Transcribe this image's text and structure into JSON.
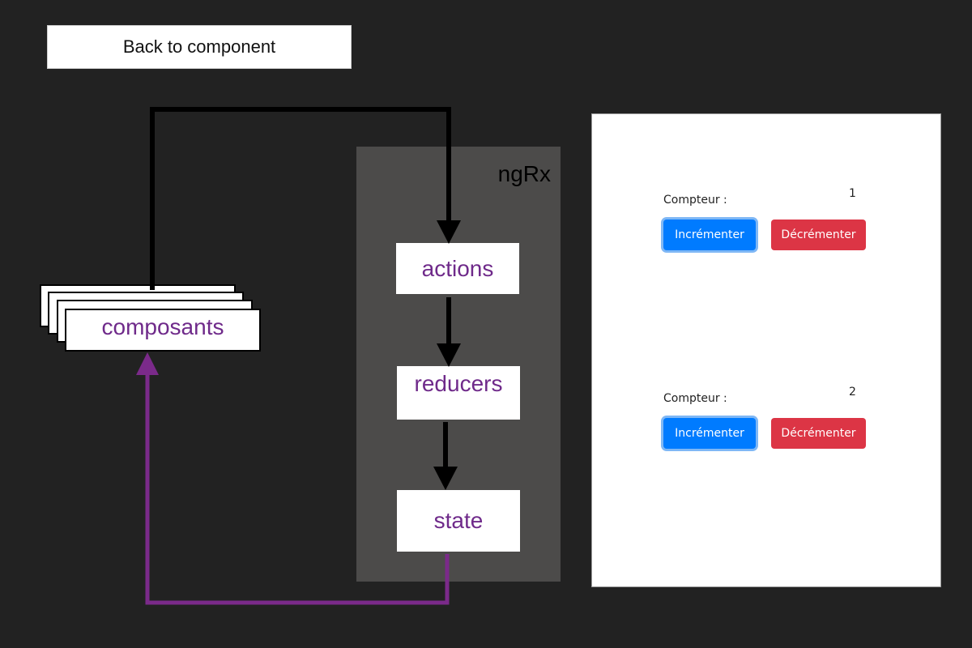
{
  "back_button": {
    "label": "Back to component"
  },
  "diagram": {
    "store_label": "ngRx",
    "nodes": {
      "actions": "actions",
      "reducers": "reducers",
      "state": "state",
      "components": "composants"
    },
    "colors": {
      "flow": "#000000",
      "feedback": "#7b2a8a",
      "store_bg": "#4c4b4a",
      "text": "#6f2a8a"
    }
  },
  "demo": {
    "counters": [
      {
        "label": "Compteur :",
        "value": "1",
        "increment": "Incrémenter",
        "decrement": "Décrémenter"
      },
      {
        "label": "Compteur :",
        "value": "2",
        "increment": "Incrémenter",
        "decrement": "Décrémenter"
      }
    ],
    "colors": {
      "increment": "#007bff",
      "decrement": "#dc3545"
    }
  }
}
